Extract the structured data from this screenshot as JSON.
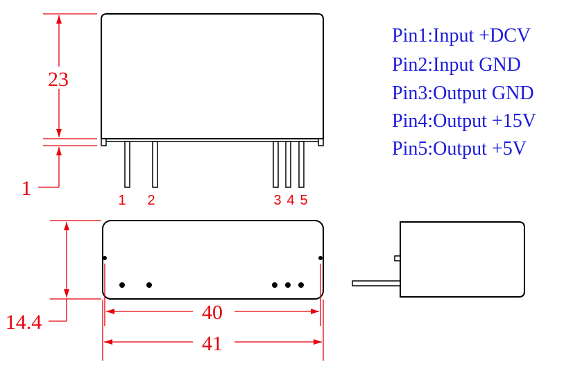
{
  "colors": {
    "outline": "#000000",
    "dimension": "#e8000b",
    "legend": "#1a1adc"
  },
  "legend": [
    "Pin1:Input +DCV",
    "Pin2:Input GND",
    "Pin3:Output GND",
    "Pin4:Output +15V",
    "Pin5:Output +5V"
  ],
  "pin_labels": [
    "1",
    "2",
    "3",
    "4",
    "5"
  ],
  "dimensions": {
    "body_height": "23",
    "standoff": "1",
    "thickness": "14.4",
    "pin_span": "40",
    "body_length": "41"
  }
}
